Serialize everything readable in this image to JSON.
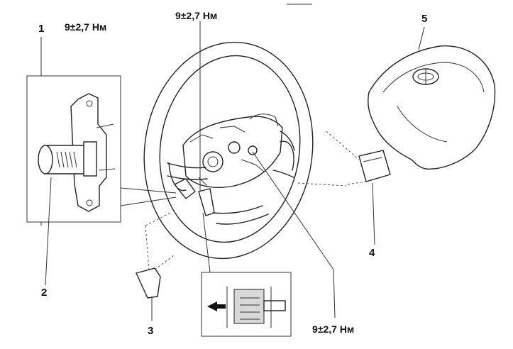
{
  "torque_top": "9±2,7 Нм",
  "torque_left": "9±2,7 Нм",
  "torque_bottom": "9±2,7 Нм",
  "callouts": [
    "1",
    "2",
    "3",
    "4",
    "5"
  ]
}
